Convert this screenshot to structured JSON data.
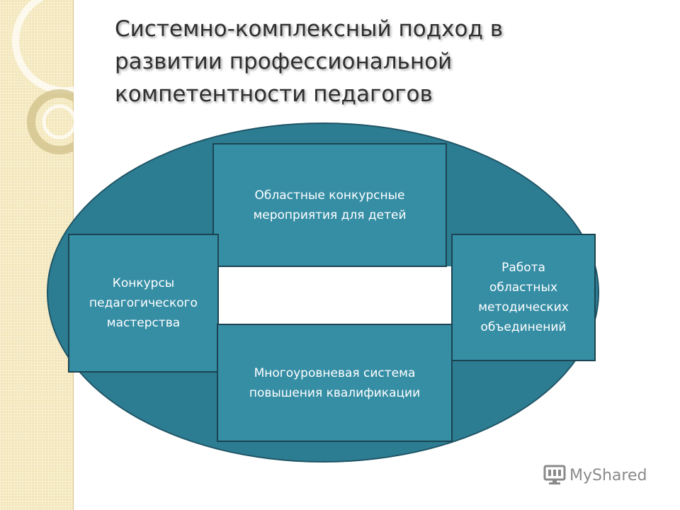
{
  "title": "Системно-комплексный подход в развитии профессиональной компетентности педагогов",
  "diagram": {
    "nodes": {
      "top": "Областные конкурсные мероприятия для детей",
      "left": "Конкурсы педагогического мастерства",
      "right": "Работа\nобластных\nметодических\nобъединений",
      "bottom": "Многоуровневая система повышения квалификации"
    }
  },
  "watermark": {
    "text": "MyShared",
    "icon": "monitor-logo-icon"
  },
  "colors": {
    "ellipse": "#2d7d92",
    "box": "#368ea5",
    "band": "#f3e6b9"
  }
}
